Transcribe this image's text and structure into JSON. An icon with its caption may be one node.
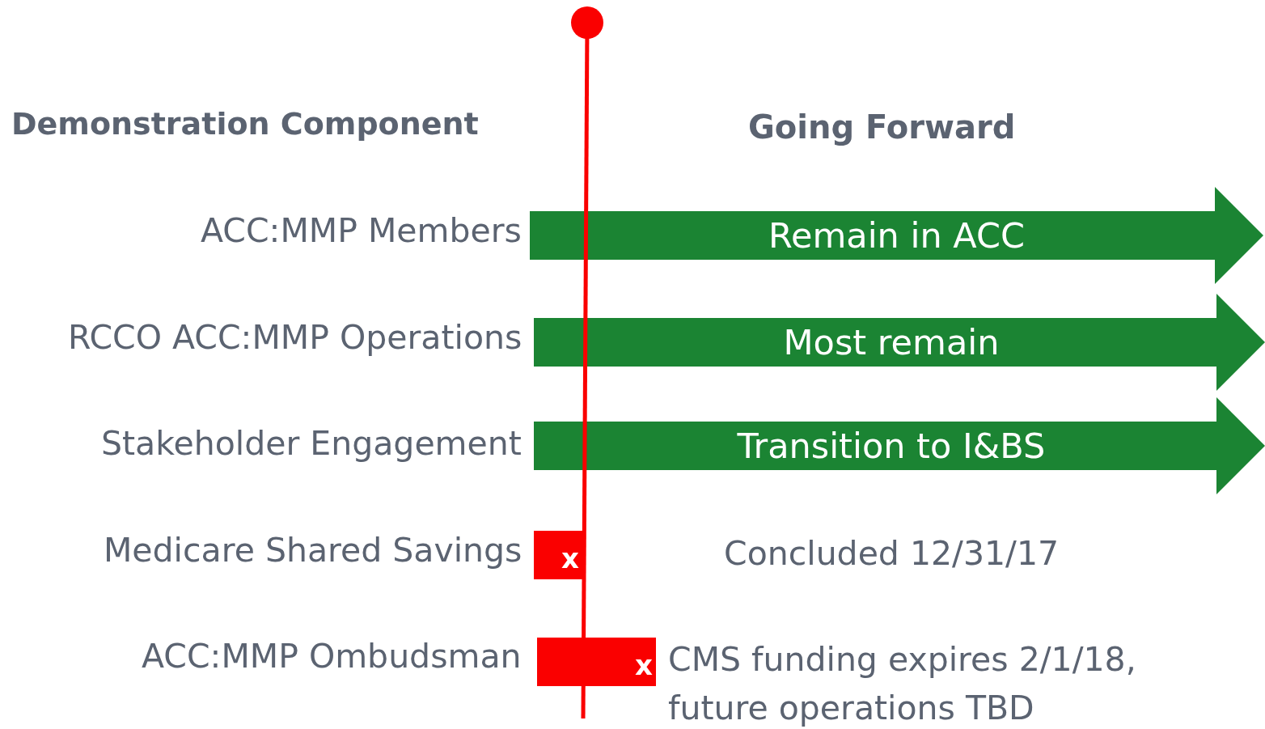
{
  "diagram": {
    "nodes": [
      {
        "text": [
          "Remain in ACC"
        ]
      },
      {
        "text": [
          "Most remain"
        ]
      },
      {
        "text": [
          "Transition to I&BS"
        ]
      },
      {
        "text": [
          "x"
        ]
      },
      {
        "text": [
          "x"
        ],
        "beside": [
          "CMS funding expires 2/1/18, future operations TBD"
        ]
      }
    ],
    "edges": [],
    "labels": [
      "Demonstration Component",
      "Going Forward",
      "ACC:MMP Members",
      "RCCO ACC:MMP Operations",
      "Stakeholder Engagement",
      "Medicare Shared Savings",
      "Concluded 12/31/17",
      "ACC:MMP Ombudsman"
    ]
  }
}
